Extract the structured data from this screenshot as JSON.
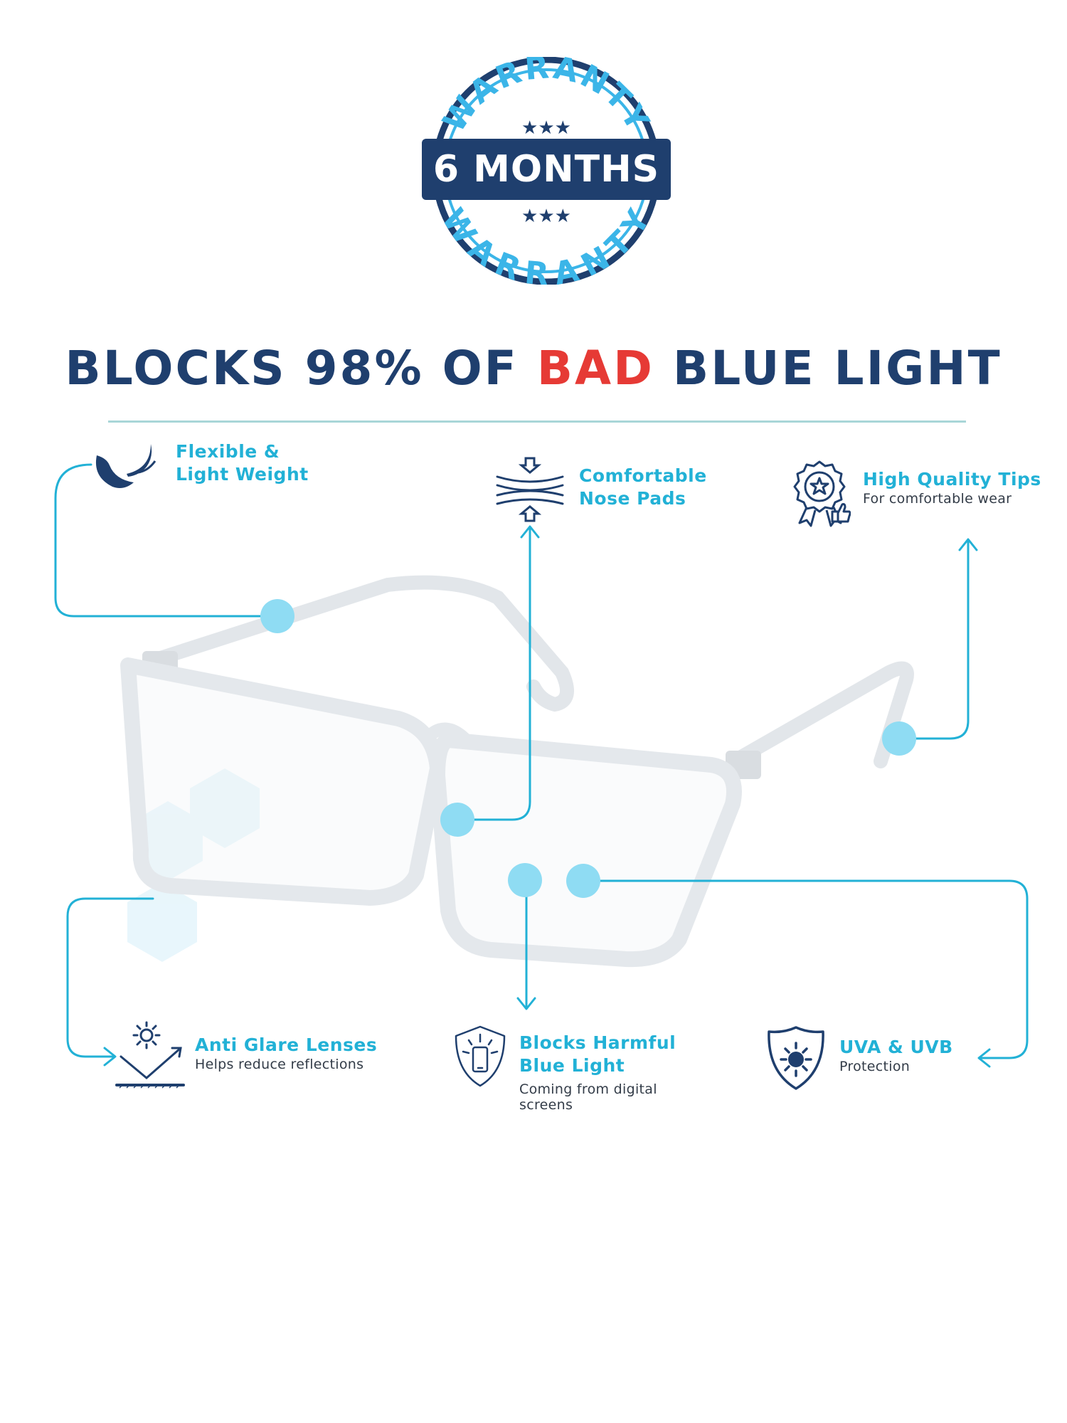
{
  "badge": {
    "arc_top": "WARRANTY",
    "arc_bottom": "WARRANTY",
    "center": "6 MONTHS",
    "stars": "★★★"
  },
  "headline": {
    "part1": "BLOCKS 98% OF ",
    "highlight": "BAD",
    "part2": " BLUE LIGHT"
  },
  "features": {
    "flexible": {
      "line1": "Flexible &",
      "line2": "Light Weight",
      "icon": "feather-leaf-icon"
    },
    "nose_pads": {
      "line1": "Comfortable",
      "line2": "Nose Pads",
      "icon": "compression-layers-icon"
    },
    "tips": {
      "title": "High Quality Tips",
      "sub": "For comfortable wear",
      "icon": "award-badge-icon"
    },
    "anti_glare": {
      "title": "Anti Glare Lenses",
      "sub": "Helps reduce reflections",
      "icon": "light-reflection-icon"
    },
    "blue_light": {
      "line1": "Blocks Harmful",
      "line2": "Blue Light",
      "sub1": "Coming from digital",
      "sub2": "screens",
      "icon": "shield-phone-icon"
    },
    "uv": {
      "title": "UVA & UVB",
      "sub": "Protection",
      "icon": "shield-sun-icon"
    }
  },
  "colors": {
    "navy": "#1f3f6e",
    "cyan": "#22b1d6",
    "red": "#e63a35",
    "badge_light": "#3bb5e8",
    "dot": "#8fdcf3"
  }
}
